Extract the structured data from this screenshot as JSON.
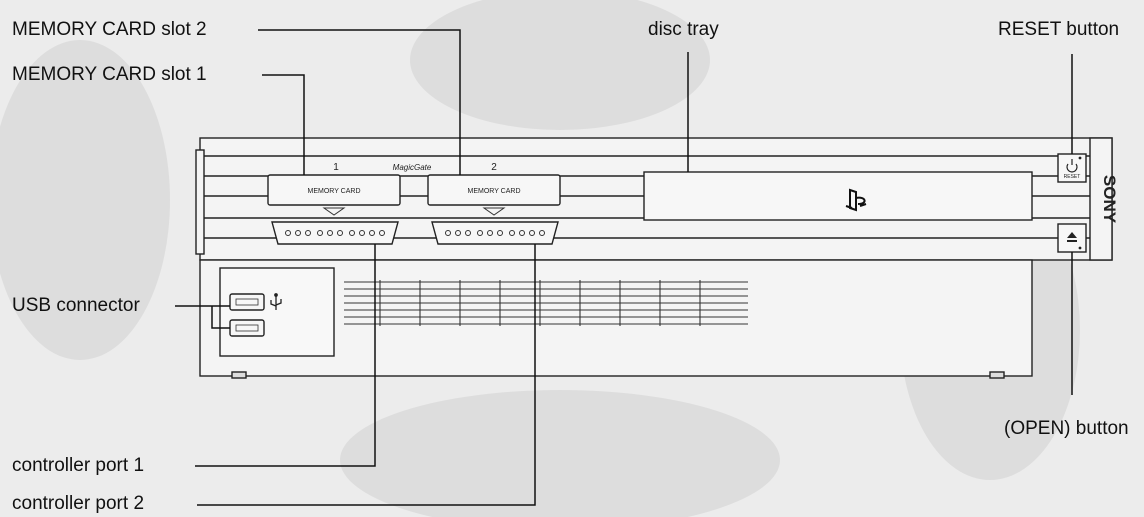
{
  "callouts": {
    "memory_card_slot_2": "MEMORY CARD slot 2",
    "memory_card_slot_1": "MEMORY CARD slot 1",
    "disc_tray": "disc tray",
    "reset_button": "RESET button",
    "usb_connector": "USB connector",
    "open_button": "(OPEN) button",
    "controller_port_1": "controller port 1",
    "controller_port_2": "controller port 2"
  },
  "console_markings": {
    "slot_1_number": "1",
    "slot_2_number": "2",
    "magicgate": "MagicGate",
    "memory_card_label": "MEMORY CARD",
    "reset_label": "RESET",
    "brand": "SONY"
  },
  "colors": {
    "background": "#ececec",
    "console_body": "#f4f4f4",
    "outline": "#222222",
    "leader_line": "#111111"
  },
  "icons": [
    "playstation-logo-icon",
    "power-icon",
    "eject-icon",
    "usb-trident-icon"
  ]
}
